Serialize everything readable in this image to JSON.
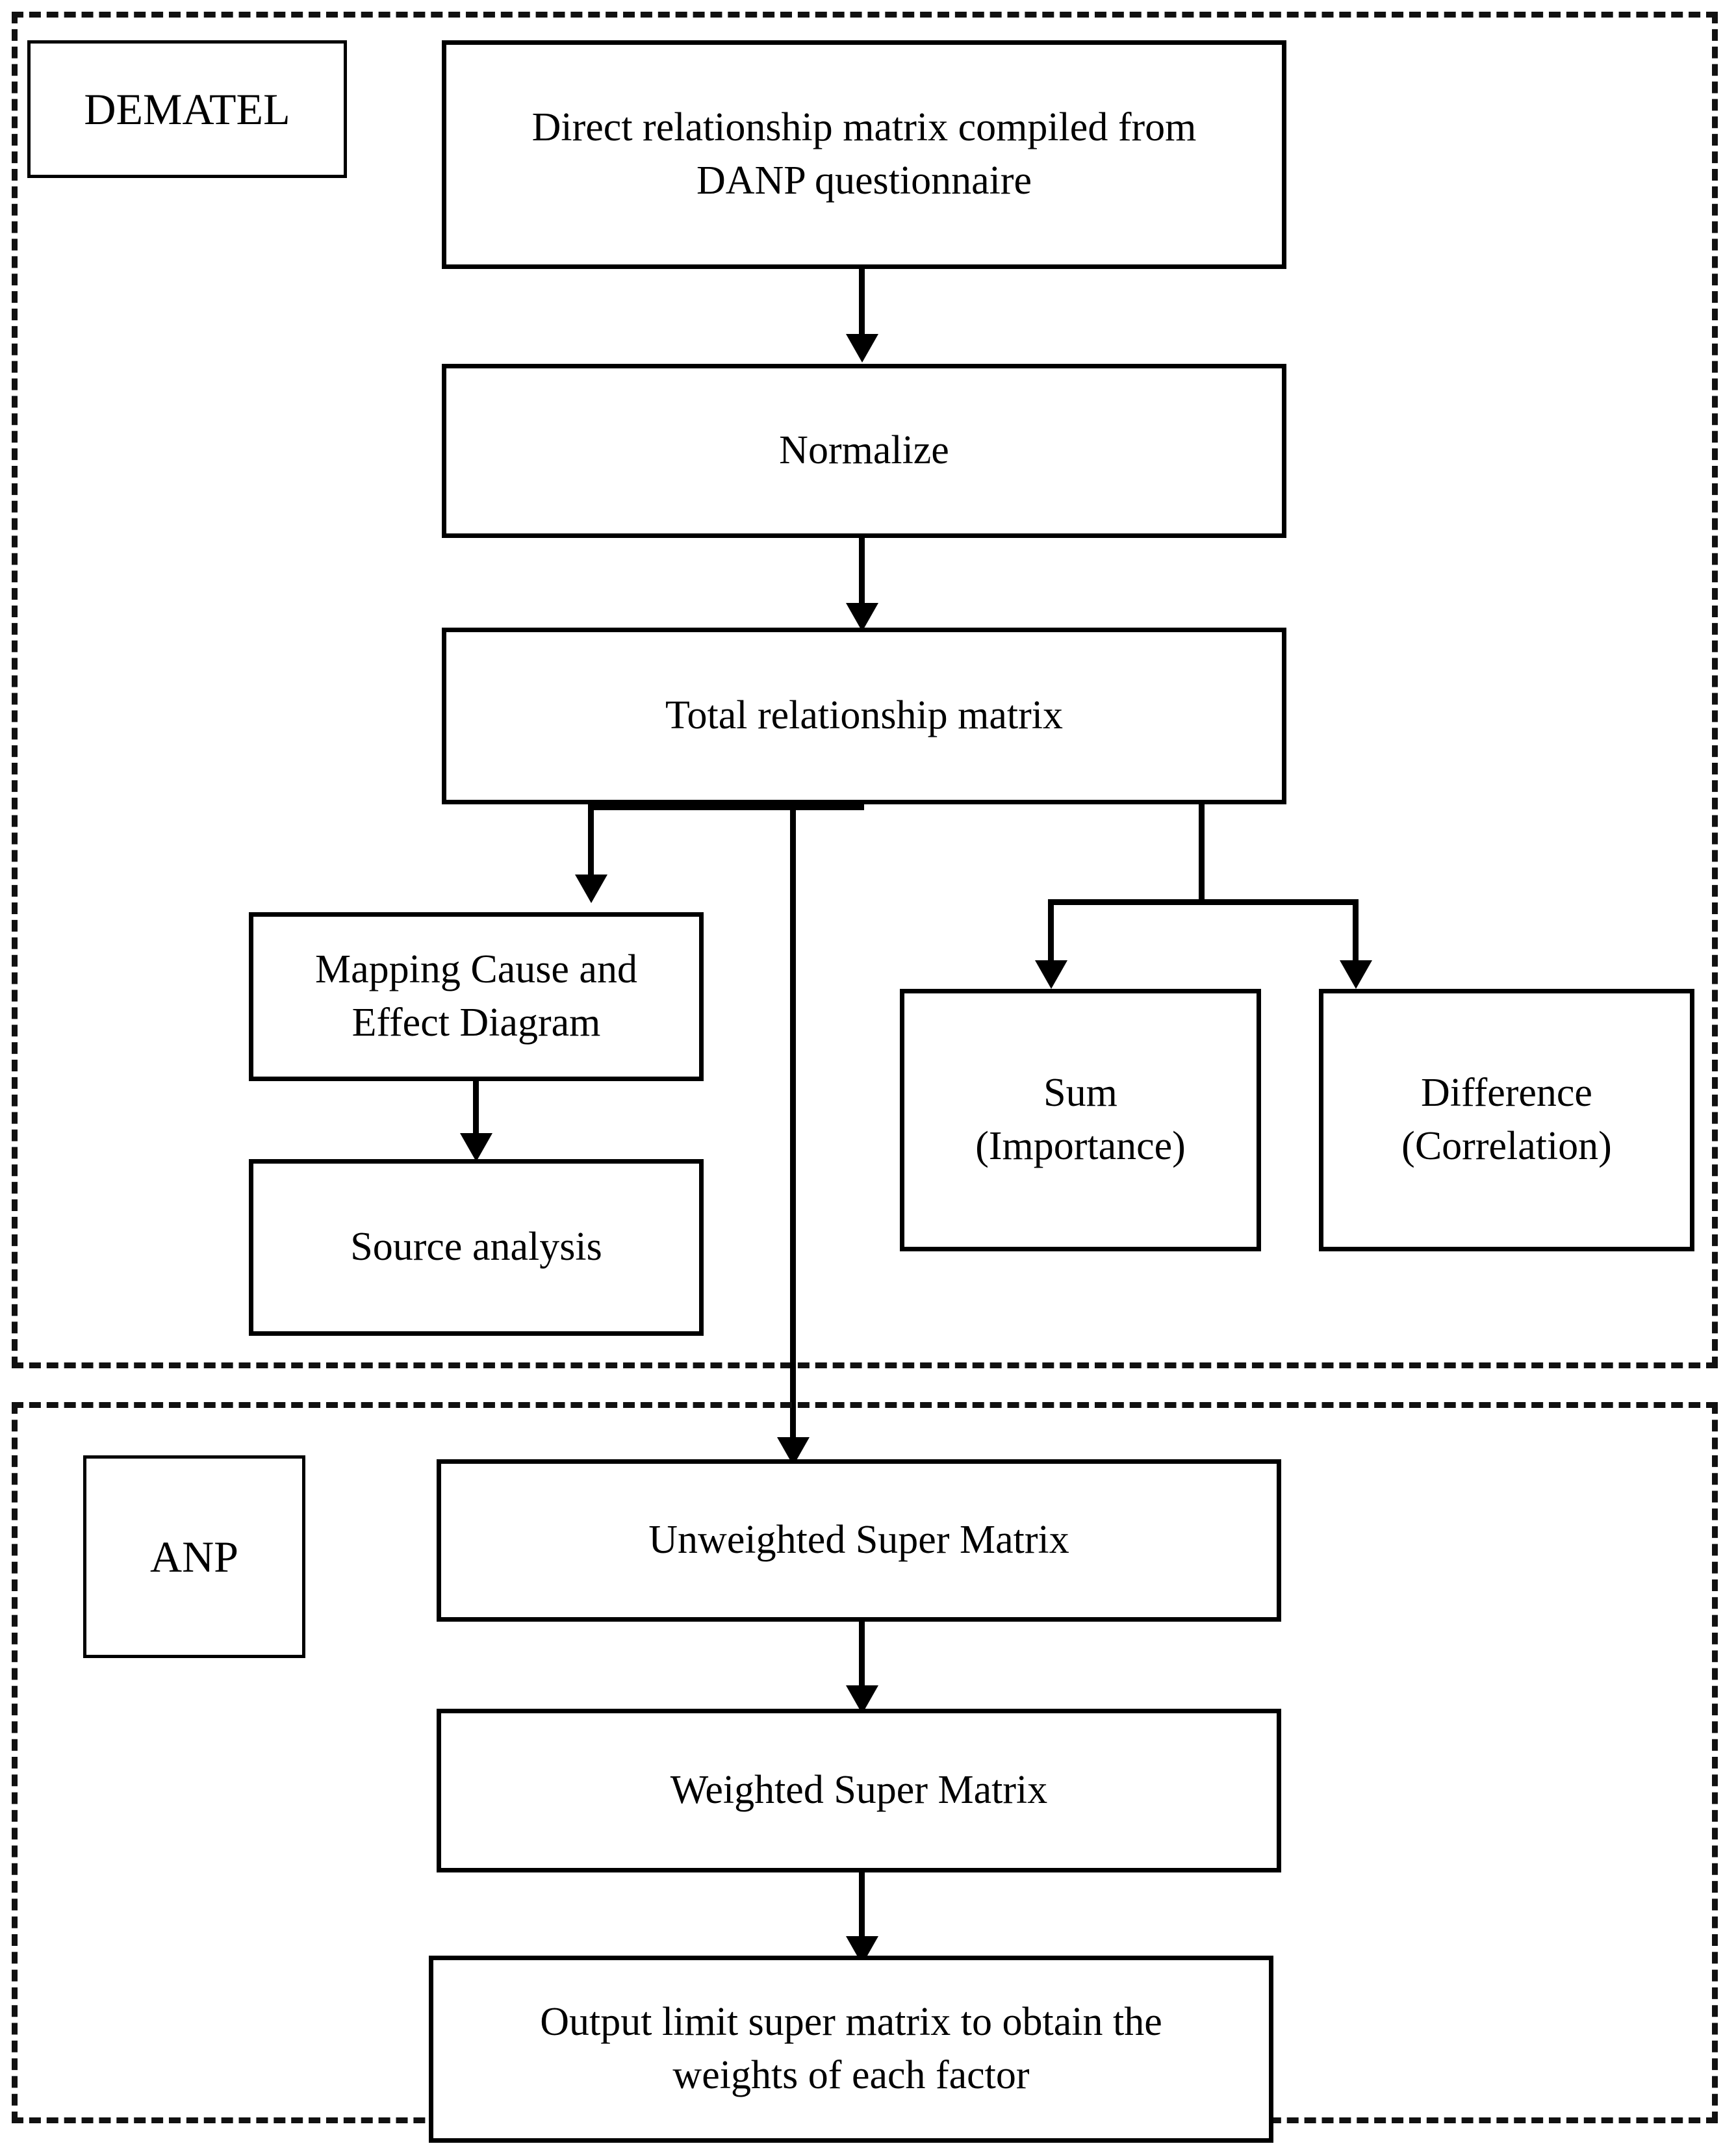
{
  "diagram": {
    "title": "DEMATEL and ANP methodology flowchart",
    "colors": {
      "line": "#000000",
      "box_border": "#000000",
      "background": "#ffffff",
      "group_border": "#111111"
    },
    "groups": [
      {
        "id": "dematel",
        "label": "DEMATEL"
      },
      {
        "id": "anp",
        "label": "ANP"
      }
    ],
    "nodes": {
      "direct_matrix": "Direct relationship matrix compiled from\nDANP questionnaire",
      "normalize": "Normalize",
      "total_matrix": "Total relationship matrix",
      "mapping_cause_effect": "Mapping Cause and\nEffect Diagram",
      "source_analysis": "Source analysis",
      "sum_importance": "Sum\n(Importance)",
      "difference_correlation": "Difference\n(Correlation)",
      "unweighted_super_matrix": "Unweighted Super Matrix",
      "weighted_super_matrix": "Weighted Super Matrix",
      "limit_super_matrix": "Output limit super matrix to obtain the\nweights of each factor"
    },
    "edges": [
      {
        "from": "direct_matrix",
        "to": "normalize"
      },
      {
        "from": "normalize",
        "to": "total_matrix"
      },
      {
        "from": "total_matrix",
        "to": "mapping_cause_effect"
      },
      {
        "from": "mapping_cause_effect",
        "to": "source_analysis"
      },
      {
        "from": "total_matrix",
        "to": "sum_importance"
      },
      {
        "from": "total_matrix",
        "to": "difference_correlation"
      },
      {
        "from": "total_matrix",
        "to": "unweighted_super_matrix"
      },
      {
        "from": "unweighted_super_matrix",
        "to": "weighted_super_matrix"
      },
      {
        "from": "weighted_super_matrix",
        "to": "limit_super_matrix"
      }
    ]
  }
}
